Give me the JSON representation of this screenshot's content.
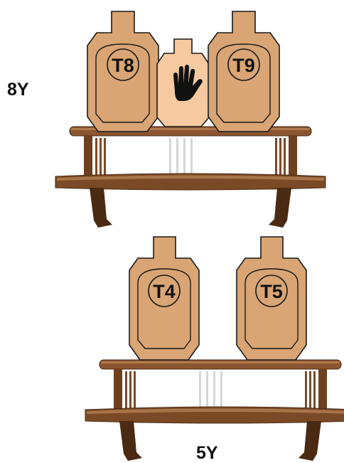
{
  "colors": {
    "target_fill": "#D9A574",
    "no_shoot_fill": "#F6C9A0",
    "outline": "#1a1a1a",
    "bench_wood": "#7A4A26",
    "bench_dark": "#4A2A12",
    "bench_light": "#A8744A",
    "bench_glass": "#d8d8d8"
  },
  "distances": [
    {
      "id": "top",
      "label": "8Y"
    },
    {
      "id": "bottom",
      "label": "5Y"
    }
  ],
  "targets": [
    {
      "id": "t8",
      "label": "T8",
      "type": "shoot"
    },
    {
      "id": "ns",
      "label": "",
      "type": "no-shoot",
      "icon": "hand-stop-icon"
    },
    {
      "id": "t9",
      "label": "T9",
      "type": "shoot"
    },
    {
      "id": "t4",
      "label": "T4",
      "type": "shoot"
    },
    {
      "id": "t5",
      "label": "T5",
      "type": "shoot"
    }
  ]
}
